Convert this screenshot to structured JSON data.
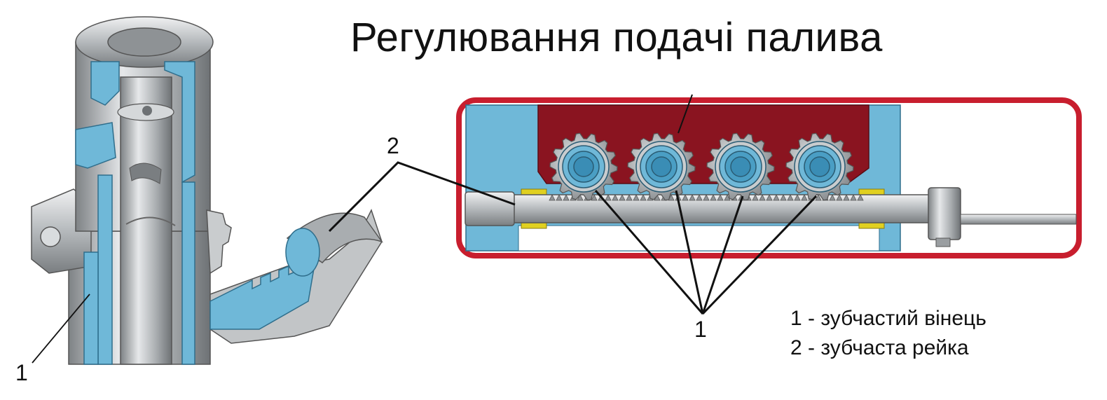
{
  "title": "Регулювання подачі палива",
  "callouts": {
    "left_one": "1",
    "rack_two": "2",
    "gears_one": "1"
  },
  "legend": [
    "1 - зубчастий вінець",
    "2 - зубчаста рейка"
  ],
  "colors": {
    "frame_red": "#c81e2e",
    "housing_blue": "#6fb8d8",
    "steel_gray": "#b9bcbf",
    "dark_red": "#8a1420",
    "brass_yellow": "#e0d020"
  }
}
